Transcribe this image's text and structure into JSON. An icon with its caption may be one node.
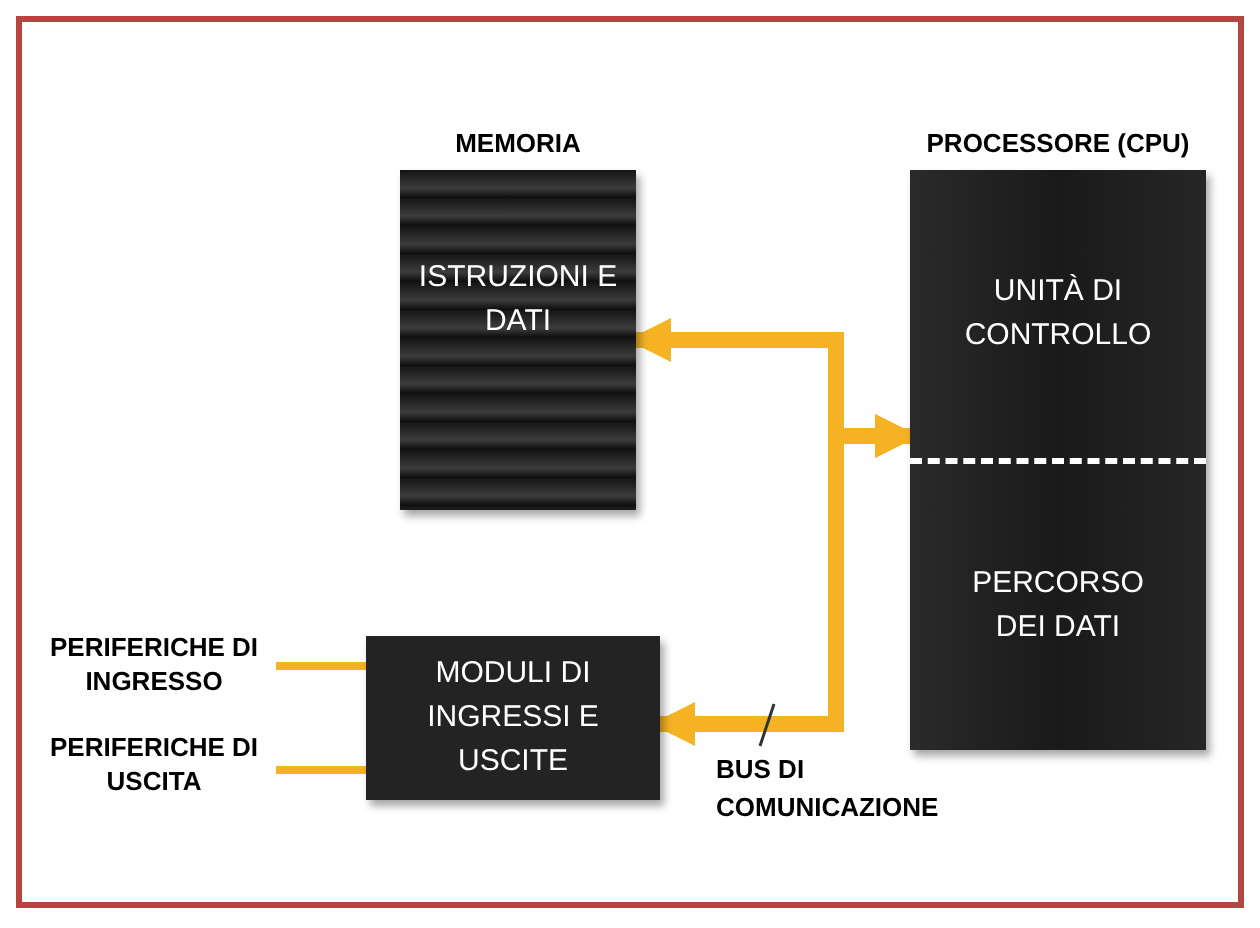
{
  "diagram": {
    "nodes": [
      {
        "text": [
          "MEMORIA",
          "ISTRUZIONI E DATI"
        ]
      },
      {
        "text": [
          "PROCESSORE (CPU)"
        ]
      },
      {
        "text": [
          "UNITÀ DI CONTROLLO"
        ],
        "in": 1
      },
      {
        "text": [
          "PERCORSO DEI DATI"
        ],
        "in": 1
      },
      {
        "text": [
          "MODULI DI INGRESSI E USCITE"
        ]
      },
      {
        "text": [
          "PERIFERICHE DI INGRESSO"
        ]
      },
      {
        "text": [
          "PERIFERICHE DI USCITA"
        ]
      }
    ],
    "edges": [
      {
        "from": 1,
        "to": 0,
        "arrow": "both",
        "style": "thick"
      },
      {
        "from": 1,
        "to": 4,
        "arrow": "both",
        "style": "thick",
        "label": "BUS DI COMUNICAZIONE"
      },
      {
        "from": 5,
        "to": 4,
        "arrow": "none"
      },
      {
        "from": 4,
        "to": 6,
        "arrow": "none"
      }
    ]
  }
}
